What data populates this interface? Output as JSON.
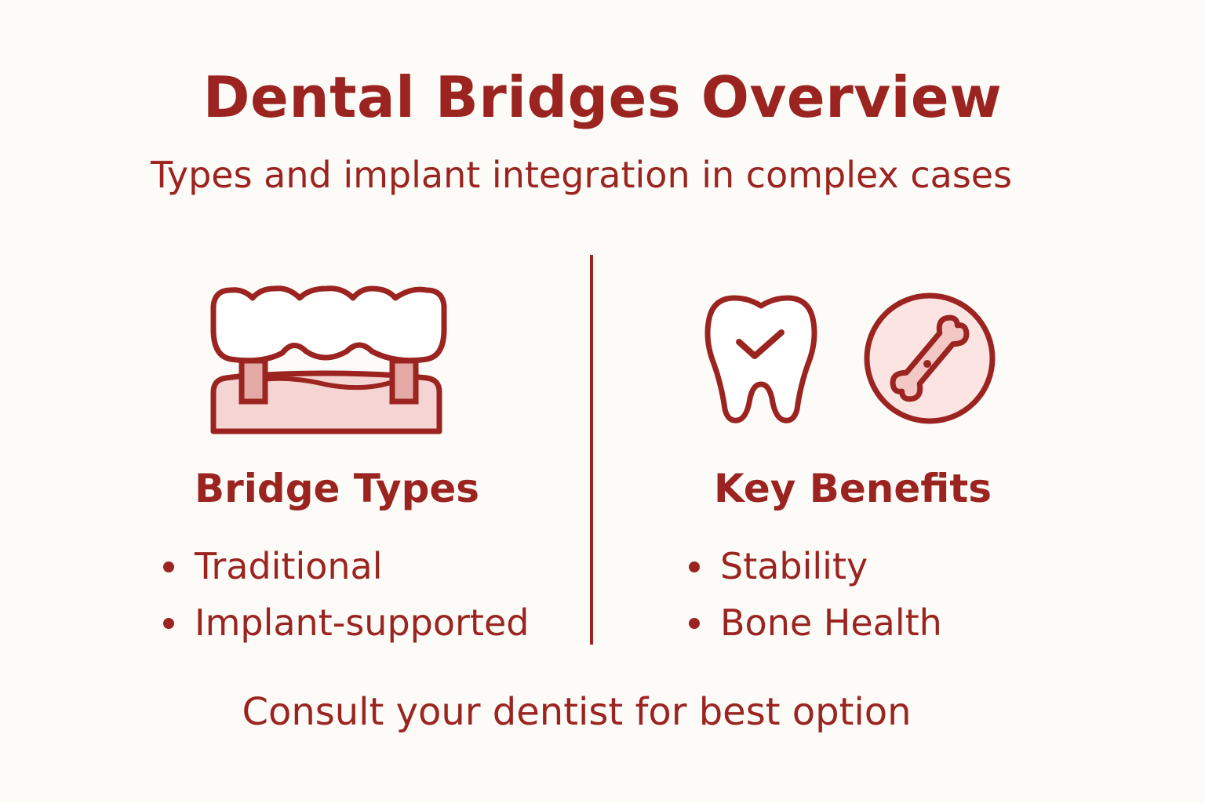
{
  "header": {
    "title": "Dental Bridges Overview",
    "subtitle": "Types and implant integration in complex cases"
  },
  "left_panel": {
    "icon": "dental-bridge-icon",
    "heading": "Bridge Types",
    "items": [
      "Traditional",
      "Implant-supported"
    ]
  },
  "right_panel": {
    "icons": [
      "tooth-check-icon",
      "bone-icon"
    ],
    "heading": "Key Benefits",
    "items": [
      "Stability",
      "Bone Health"
    ]
  },
  "footer": {
    "text": "Consult your dentist for best option"
  },
  "colors": {
    "accent": "#9b2420",
    "accent_light": "#f5d5d3",
    "background": "#fcfbf7"
  }
}
